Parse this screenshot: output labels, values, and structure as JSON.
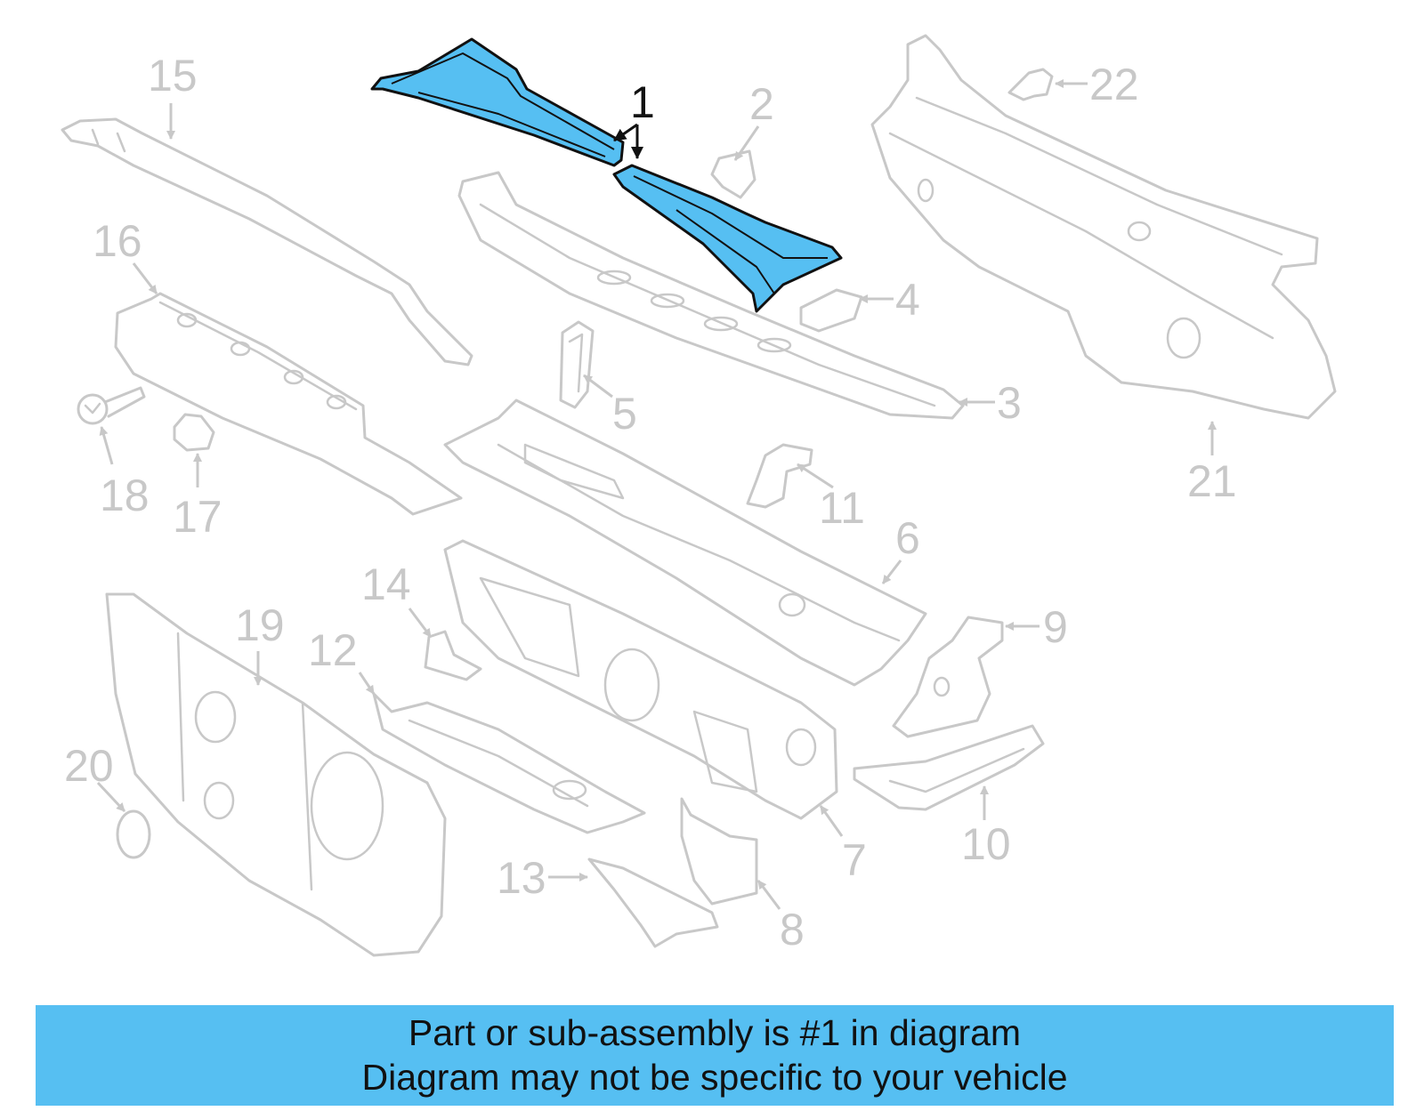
{
  "callouts": [
    "1",
    "2",
    "3",
    "4",
    "5",
    "6",
    "7",
    "8",
    "9",
    "10",
    "11",
    "12",
    "13",
    "14",
    "15",
    "16",
    "17",
    "18",
    "19",
    "20",
    "21",
    "22"
  ],
  "highlight_part": "1",
  "colors": {
    "highlight_fill": "#56bff2",
    "outline": "#c8c8c8",
    "highlight_outline": "#111111",
    "banner": "#56bff2"
  },
  "banner": {
    "line1": "Part or sub-assembly is #1 in diagram",
    "line2": "Diagram may not be specific to your vehicle"
  }
}
